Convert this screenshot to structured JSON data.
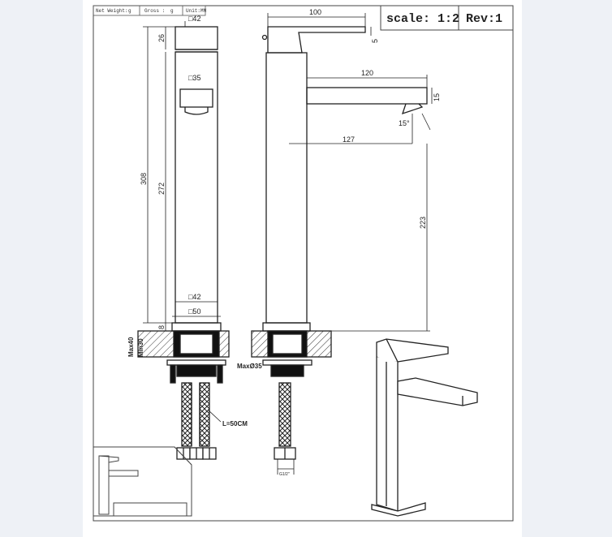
{
  "header": {
    "net_weight_label": "Net Weight:",
    "net_weight_value": "g",
    "gross_label": "Gross :",
    "gross_value": "g",
    "unit_label": "Unit:MM"
  },
  "title_block": {
    "scale": "scale: 1:2",
    "rev": "Rev:1"
  },
  "front_view": {
    "top_square": "□42",
    "outlet_square": "□35",
    "bottom_square": "□42",
    "base_square": "□50",
    "height_total": "308",
    "height_body": "272",
    "height_top": "26",
    "base_height": "8",
    "mount_max": "Max40",
    "mount_min": "Min30",
    "hose_length": "L=50CM"
  },
  "side_view": {
    "handle_length": "100",
    "handle_thickness": "5",
    "spout_length": "120",
    "spout_thickness": "15",
    "spout_angle": "15°",
    "spout_reach": "127",
    "spout_height": "223",
    "hole_max": "MaxØ35",
    "thread": "G1/2\""
  }
}
